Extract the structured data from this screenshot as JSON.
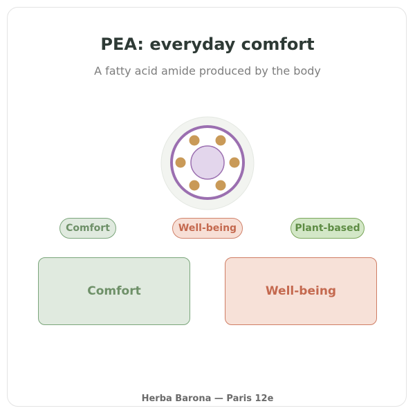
{
  "header": {
    "title": "PEA: everyday comfort",
    "subtitle": "A fatty acid amide produced by the body"
  },
  "diagram": {
    "icon": "molecule-ring-icon",
    "colors": {
      "ring": "#9b6fb0",
      "core": "#e3d6ec",
      "atoms": "#c99a58",
      "halo": "#f2f4f0"
    }
  },
  "tags": [
    {
      "label": "Comfort",
      "color": "#7aa57a"
    },
    {
      "label": "Well-being",
      "color": "#d0816a"
    },
    {
      "label": "Plant-based",
      "color": "#7aa65a"
    }
  ],
  "boxes": [
    {
      "label": "Comfort",
      "color": "#7aa57a"
    },
    {
      "label": "Well-being",
      "color": "#cf7d64"
    }
  ],
  "footer": {
    "text": "Herba Barona — Paris 12e"
  }
}
